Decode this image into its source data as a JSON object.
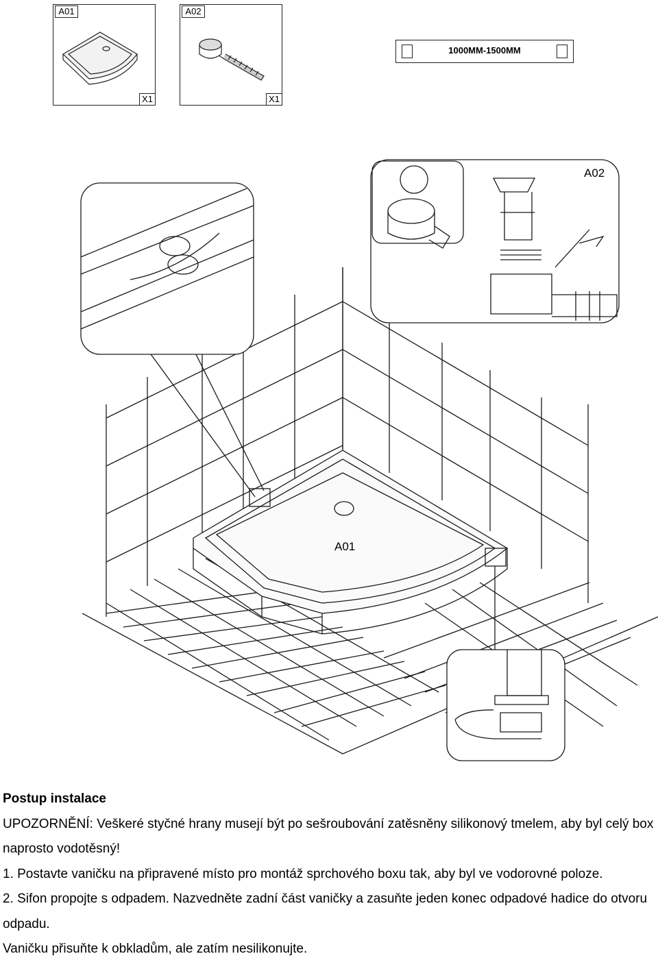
{
  "parts": [
    {
      "code": "A01",
      "qty": "X1",
      "icon": "shower-tray-icon"
    },
    {
      "code": "A02",
      "qty": "X1",
      "icon": "siphon-icon"
    }
  ],
  "level": {
    "label": "1000MM-1500MM",
    "icon": "spirit-level-icon"
  },
  "diagram": {
    "main_label": "A01",
    "detail_label": "A02"
  },
  "instructions": {
    "heading": "Postup instalace",
    "warning": "UPOZORNĚNÍ: Veškeré styčné hrany musejí být po sešroubování zatěsněny silikonový tmelem, aby byl celý box naprosto vodotěsný!",
    "step1": "1. Postavte vaničku na připravené místo pro montáž sprchového boxu tak, aby byl ve vodorovné poloze.",
    "step2": "2. Sifon propojte s odpadem. Nazvedněte zadní část vaničky a zasuňte jeden konec odpadové hadice do otvoru odpadu.",
    "step3": "Vaničku přisuňte k obkladům, ale zatím nesilikonujte."
  }
}
